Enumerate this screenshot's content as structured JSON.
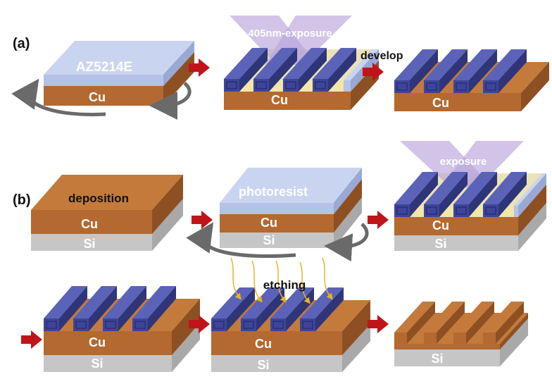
{
  "panels": {
    "a": {
      "label": "(a)"
    },
    "b": {
      "label": "(b)"
    }
  },
  "materials": {
    "cu": "Cu",
    "si": "Si",
    "resist_a": "AZ5214E",
    "resist_b": "photoresist"
  },
  "steps": {
    "exposure_a": "405nm-exposure",
    "develop": "develop",
    "deposition": "deposition",
    "exposure_b": "exposure",
    "etching": "etching"
  },
  "colors": {
    "cu_top": "#c47a3a",
    "cu_front": "#b3692f",
    "cu_side": "#8e5022",
    "si_top": "#e0e0e0",
    "si_front": "#c6c6c6",
    "si_side": "#a9a9a9",
    "resist_top": "#c9d5f0",
    "resist_front": "#b3c2e6",
    "resist_side": "#98a9d6",
    "mask_top": "#5a63b8",
    "mask_front": "#3d4598",
    "mask_side": "#2e3579",
    "exposed": "#f2e6a8",
    "light": "#b9a4dc",
    "arrow": "#c0141b",
    "rotate_arrow": "#6a6a6a",
    "etch_ray": "#e6b428"
  }
}
